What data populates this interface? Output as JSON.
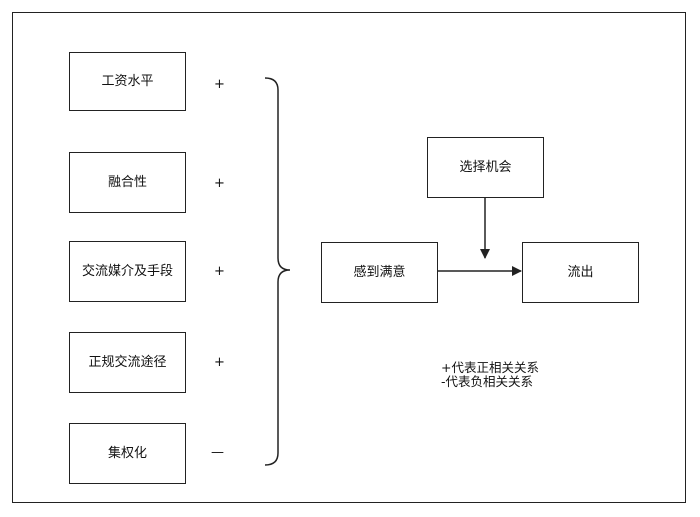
{
  "factors": [
    {
      "label": "工资水平",
      "sign": "+"
    },
    {
      "label": "融合性",
      "sign": "+"
    },
    {
      "label": "交流媒介及手段",
      "sign": "+"
    },
    {
      "label": "正规交流途径",
      "sign": "+"
    },
    {
      "label": "集权化",
      "sign": "—"
    }
  ],
  "satisfaction": {
    "label": "感到满意"
  },
  "opportunity": {
    "label": "选择机会"
  },
  "outflow": {
    "label": "流出"
  },
  "legend": {
    "positive": "+代表正相关关系",
    "negative": "-代表负相关关系"
  }
}
